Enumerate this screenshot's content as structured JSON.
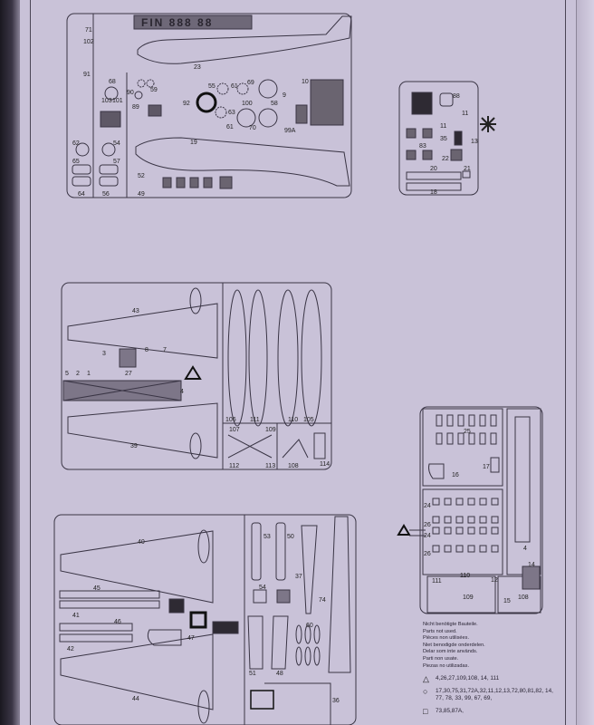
{
  "sprue_top": {
    "labels": [
      "71",
      "102",
      "91",
      "68",
      "103",
      "101",
      "89",
      "62",
      "54",
      "65",
      "57",
      "64",
      "56",
      "52",
      "49",
      "23",
      "19",
      "55",
      "61",
      "69",
      "90",
      "59",
      "92",
      "63",
      "61",
      "70",
      "100",
      "58",
      "10",
      "9",
      "99A"
    ],
    "decal_text": "FIN 888 88"
  },
  "sprue_small": {
    "labels": [
      "88",
      "11",
      "11",
      "83",
      "35",
      "22",
      "13",
      "20",
      "21",
      "18"
    ]
  },
  "sprue_mid": {
    "labels": [
      "43",
      "5",
      "2",
      "1",
      "3",
      "27",
      "8",
      "7",
      "4",
      "39",
      "106",
      "111",
      "110",
      "105",
      "107",
      "109",
      "112",
      "113",
      "108",
      "114"
    ]
  },
  "sprue_right": {
    "labels": [
      "25",
      "16",
      "17",
      "24",
      "26",
      "24",
      "26",
      "4",
      "111",
      "110",
      "12",
      "15",
      "14",
      "109",
      "108"
    ]
  },
  "sprue_bottom": {
    "labels": [
      "40",
      "45",
      "41",
      "46",
      "42",
      "47",
      "44",
      "53",
      "50",
      "37",
      "74",
      "54",
      "60",
      "51",
      "48",
      "36"
    ]
  },
  "legend": {
    "title_lines": [
      "Nicht benötigte Bauteile.",
      "Parts not used.",
      "Pièces non utilisées.",
      "Niet benodigde onderdelen.",
      "Delar som inte används.",
      "Parti non usate.",
      "Piezas no utilizadas."
    ],
    "groups": [
      {
        "symbol": "triangle",
        "parts": "4,26,27,109,108, 14, 111"
      },
      {
        "symbol": "circle",
        "parts": "17,30,75,31,72A,32,11,12,13,72,80,81,82, 14, 77, 78, 33, 99, 67, 69,"
      },
      {
        "symbol": "square",
        "parts": "73,85,87A,"
      }
    ]
  },
  "colors": {
    "paper": "#c9c2d8",
    "ink": "#222222",
    "shaded_part": "#5a5560"
  }
}
